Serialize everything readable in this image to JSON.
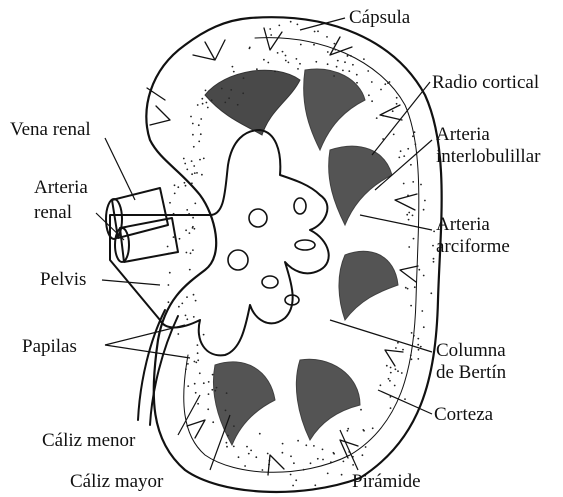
{
  "labels": {
    "capsula": "Cápsula",
    "radio_cortical": "Radio cortical",
    "arteria_interlobulillar_1": "Arteria",
    "arteria_interlobulillar_2": "interlobulillar",
    "arteria_arciforme_1": "Arteria",
    "arteria_arciforme_2": "arciforme",
    "columna_bertin_1": "Columna",
    "columna_bertin_2": "de Bertín",
    "corteza": "Corteza",
    "piramide": "Pirámide",
    "caliz_mayor": "Cáliz mayor",
    "caliz_menor": "Cáliz menor",
    "papilas": "Papilas",
    "pelvis": "Pelvis",
    "arteria_renal_1": "Arteria",
    "arteria_renal_2": "renal",
    "vena_renal": "Vena renal"
  },
  "icons": {
    "kidney": "kidney-cross-section-illustration"
  }
}
